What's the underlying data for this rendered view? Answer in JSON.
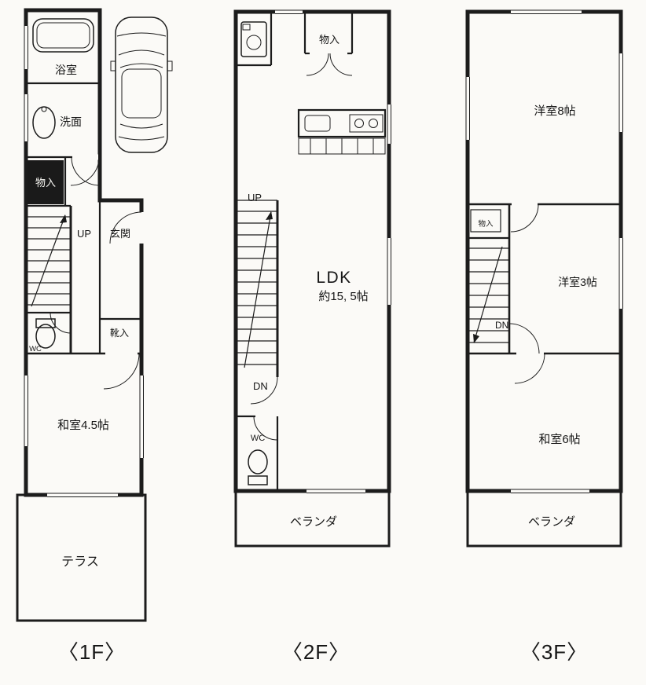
{
  "colors": {
    "ink": "#1c1c1c",
    "paper": "#fbfaf7"
  },
  "floors": {
    "f1": {
      "caption": "〈1F〉",
      "labels": {
        "bath": "浴室",
        "washroom": "洗面",
        "storage": "物入",
        "up": "UP",
        "entrance": "玄関",
        "shoe_storage": "靴入",
        "wc": "WC",
        "japanese_room": "和室4.5帖",
        "terrace": "テラス"
      }
    },
    "f2": {
      "caption": "〈2F〉",
      "labels": {
        "closet": "物入",
        "up": "UP",
        "ldk": "LDK",
        "ldk_size": "約15, 5帖",
        "dn": "DN",
        "wc": "WC",
        "veranda": "ベランダ"
      }
    },
    "f3": {
      "caption": "〈3F〉",
      "labels": {
        "western_room_8": "洋室8帖",
        "closet": "物入",
        "dn": "DN",
        "western_room_3": "洋室3帖",
        "japanese_room_6": "和室6帖",
        "veranda": "ベランダ"
      }
    }
  }
}
